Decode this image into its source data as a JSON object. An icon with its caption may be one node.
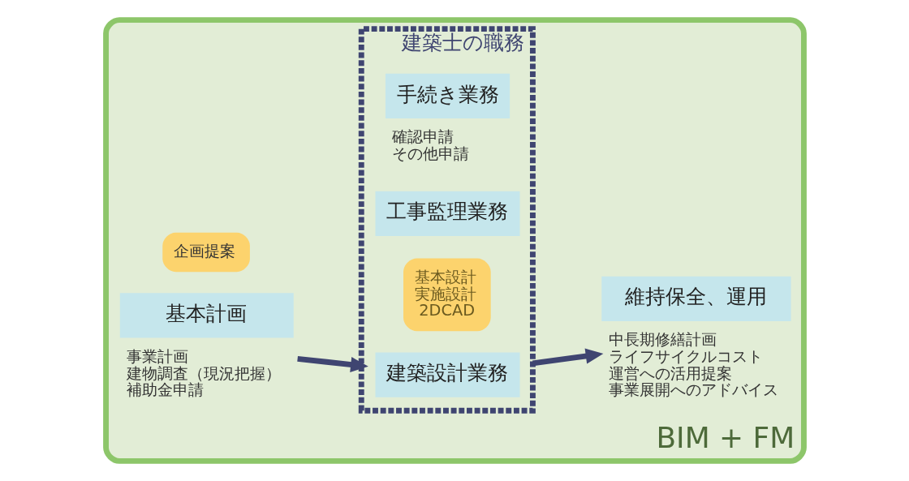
{
  "diagram": {
    "nodes": [
      {
        "text": [
          "BIM + FM"
        ]
      },
      {
        "text": [
          "基本計画"
        ],
        "in": 0,
        "beside": [
          "事業計画",
          "建物調査（現況把握）",
          "補助金申請"
        ]
      },
      {
        "text": [
          "企画提案"
        ],
        "in": 0
      },
      {
        "text": [
          "建築士の職務"
        ],
        "in": 0
      },
      {
        "text": [
          "建築設計業務"
        ],
        "in": 3
      },
      {
        "text": [
          "基本設計",
          "実施設計",
          "2DCAD"
        ],
        "in": 3
      },
      {
        "text": [
          "工事監理業務"
        ],
        "in": 3
      },
      {
        "text": [
          "手続き業務"
        ],
        "in": 3,
        "beside": [
          "確認申請",
          "その他申請"
        ]
      },
      {
        "text": [
          "維持保全、運用"
        ],
        "in": 0,
        "beside": [
          "中長期修繕計画",
          "ライフサイクルコスト",
          "運営への活用提案",
          "事業展開へのアドバイス"
        ]
      }
    ],
    "edges": [
      {
        "from": 1,
        "to": 3,
        "arrow": "to"
      },
      {
        "from": 3,
        "to": 8,
        "arrow": "to"
      }
    ]
  }
}
